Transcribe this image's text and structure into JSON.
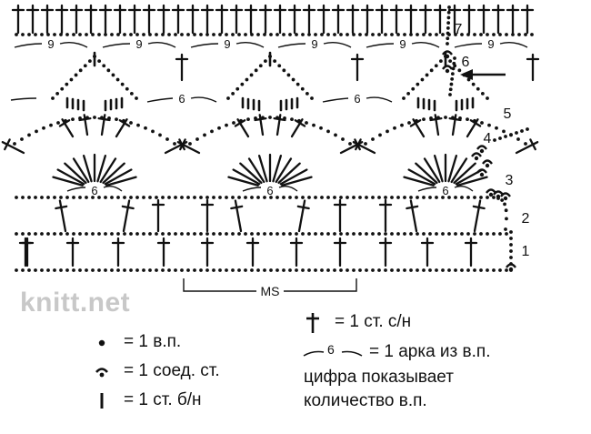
{
  "row_numbers": [
    "1",
    "2",
    "3",
    "4",
    "5",
    "6",
    "7"
  ],
  "chain_counts": {
    "row7_arch": "9",
    "row5_arch": "6",
    "row2_arch": "6"
  },
  "repeat_label": "MS",
  "watermark": "knitt.net",
  "legend": {
    "chain": "= 1 в.п.",
    "slip": "= 1 соед. ст.",
    "sc": "= 1 ст. б/н",
    "dc": "= 1 ст. с/н",
    "arch_number": "6",
    "arch": "= 1 арка из в.п.",
    "note_line1": "цифра показывает",
    "note_line2": "количество в.п."
  },
  "colors": {
    "ink": "#111111",
    "watermark": "#c8c8c8"
  }
}
